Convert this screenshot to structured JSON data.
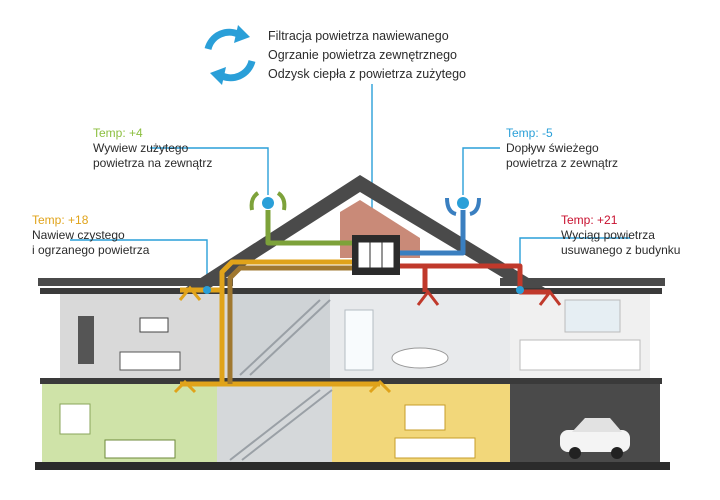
{
  "top_features": [
    "Filtracja powietrza nawiewanego",
    "Ogrzanie powietrza zewnętrznego",
    "Odzysk ciepła z powietrza zużytego"
  ],
  "annotations": {
    "exhaust_out": {
      "temp": "Temp: +4",
      "line1": "Wywiew zużytego",
      "line2": "powietrza na zewnątrz",
      "color": "#8cbf3f"
    },
    "fresh_in": {
      "temp": "Temp: -5",
      "line1": "Dopływ świeżego",
      "line2": "powietrza z zewnątrz",
      "color": "#2a9fd8"
    },
    "supply": {
      "temp": "Temp: +18",
      "line1": "Nawiew czystego",
      "line2": "i ogrzanego powietrza",
      "color": "#e0a31a"
    },
    "extract": {
      "temp": "Temp: +21",
      "line1": "Wyciąg powietrza",
      "line2": "usuwanego z budynku",
      "color": "#c8102e"
    }
  },
  "colors": {
    "leader": "#2a9fd8",
    "roof": "#4a4a4a",
    "duct_green": "#7da23a",
    "duct_blue": "#3a7fc0",
    "duct_red": "#c0392b",
    "duct_yellow": "#e0a31a",
    "unit": "#2b2b2b"
  },
  "icons": [
    "recycle-arrows-icon",
    "fan-icon"
  ]
}
